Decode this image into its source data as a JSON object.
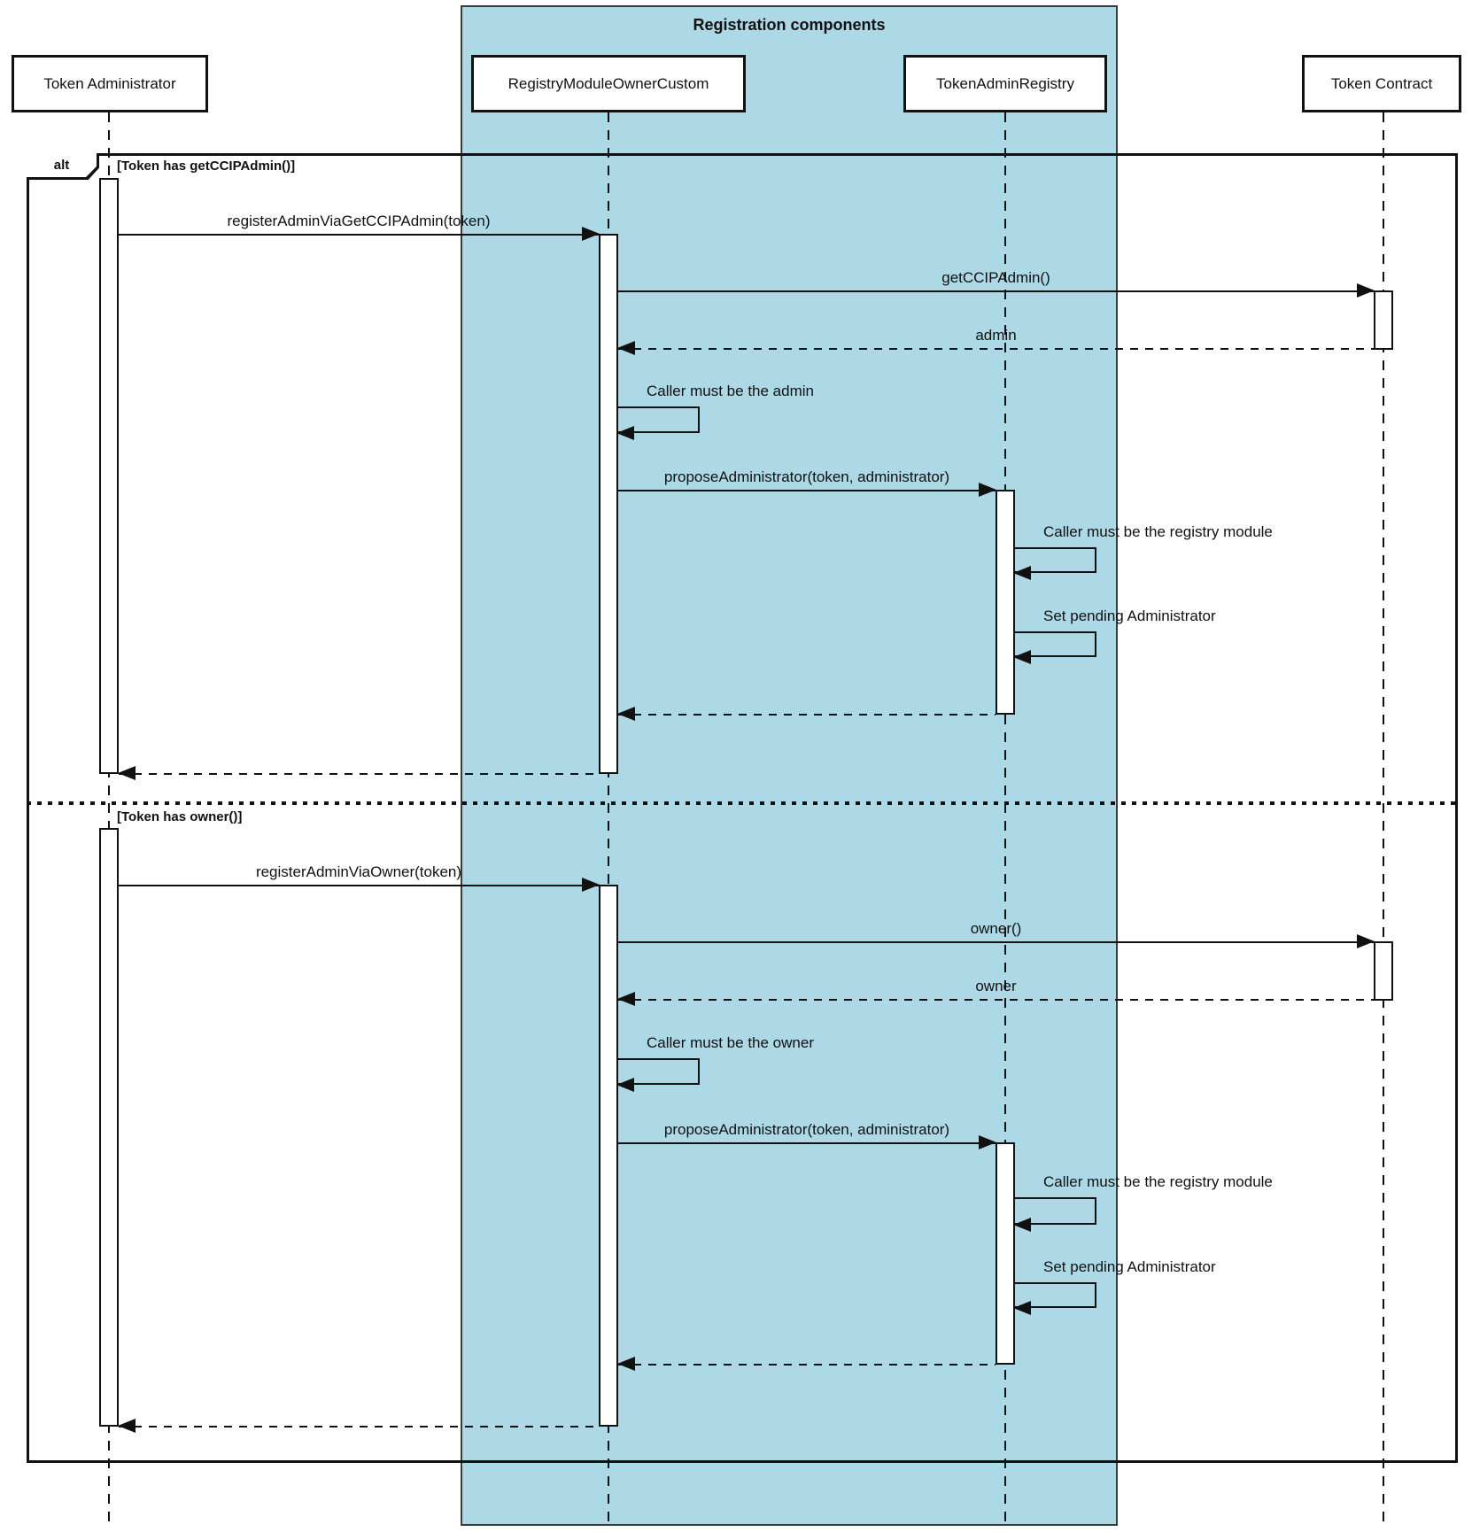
{
  "region": {
    "title": "Registration components"
  },
  "participants": [
    {
      "name": "Token Administrator"
    },
    {
      "name": "RegistryModuleOwnerCustom"
    },
    {
      "name": "TokenAdminRegistry"
    },
    {
      "name": "Token Contract"
    }
  ],
  "frame": {
    "operator": "alt",
    "branch1": {
      "condition": "[Token has getCCIPAdmin()]"
    },
    "branch2": {
      "condition": "[Token has owner()]"
    }
  },
  "branch1": {
    "register": "registerAdminViaGetCCIPAdmin(token)",
    "call": "getCCIPAdmin()",
    "return": "admin",
    "caller_note": "Caller must be the admin",
    "propose": "proposeAdministrator(token, administrator)",
    "registry_note": "Caller must be the registry module",
    "pending_note": "Set pending Administrator"
  },
  "branch2": {
    "register": "registerAdminViaOwner(token)",
    "call": "owner()",
    "return": "owner",
    "caller_note": "Caller must be the owner",
    "propose": "proposeAdministrator(token, administrator)",
    "registry_note": "Caller must be the registry module",
    "pending_note": "Set pending Administrator"
  },
  "colors": {
    "region_fill": "#ADD8E6",
    "line": "#111111"
  }
}
